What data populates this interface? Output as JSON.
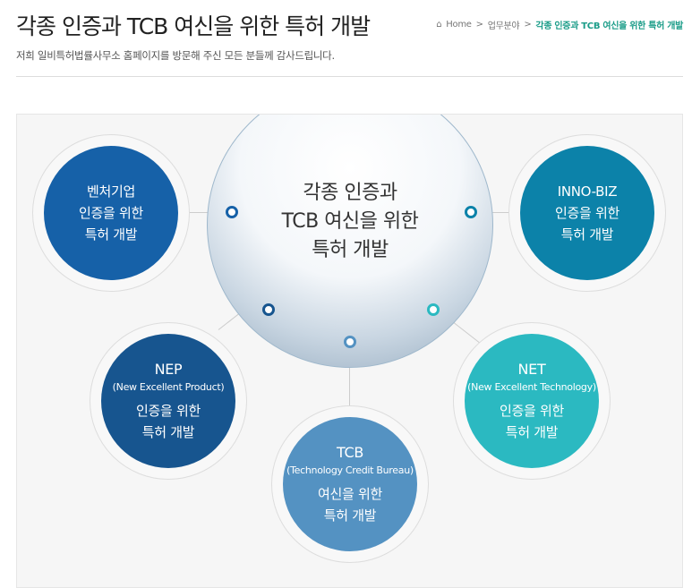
{
  "header": {
    "title": "각종 인증과 TCB 여신을 위한 특허 개발",
    "subtitle": "저희 일비특허법률사무소 홈페이지를 방문해 주신 모든 분들께 감사드립니다."
  },
  "breadcrumb": {
    "home": "Home",
    "sep": ">",
    "section": "업무분야",
    "current": "각종 인증과 TCB 여신을 위한 특허 개발"
  },
  "diagram": {
    "center": {
      "line1": "각종 인증과",
      "line2": "TCB 여신을 위한",
      "line3": "특허 개발"
    },
    "venture": {
      "line1": "벤처기업",
      "line2": "인증을 위한",
      "line3": "특허 개발",
      "color": "#1661a8"
    },
    "innobiz": {
      "line1": "INNO-BIZ",
      "line2": "인증을 위한",
      "line3": "특허 개발",
      "color": "#0c82a9"
    },
    "nep": {
      "title": "NEP",
      "sub": "(New Excellent Product)",
      "line2": "인증을 위한",
      "line3": "특허 개발",
      "color": "#17558f"
    },
    "net": {
      "title": "NET",
      "sub": "(New Excellent Technology)",
      "line2": "인증을 위한",
      "line3": "특허 개발",
      "color": "#2bb9c1"
    },
    "tcb": {
      "title": "TCB",
      "sub": "(Technology Credit Bureau)",
      "line2": "여신을 위한",
      "line3": "특허 개발",
      "color": "#5492c2"
    }
  }
}
